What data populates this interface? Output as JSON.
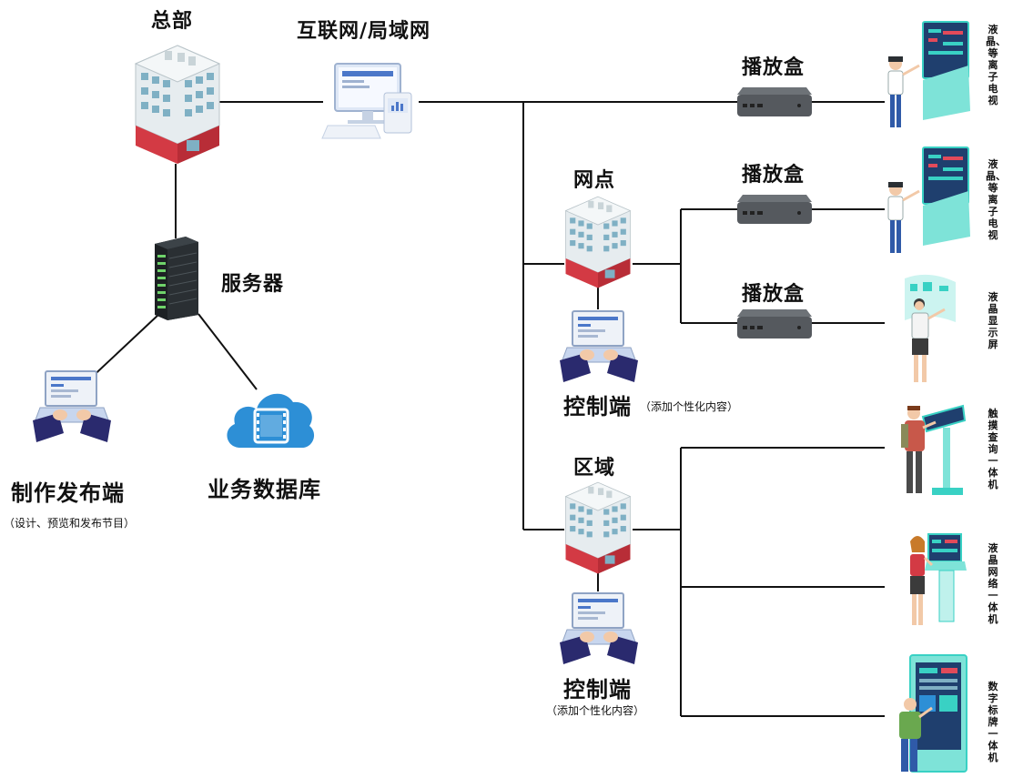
{
  "hq": {
    "label": "总部"
  },
  "network": {
    "label": "互联网/局域网"
  },
  "server": {
    "label": "服务器"
  },
  "publisher": {
    "label": "制作发布端",
    "note": "（设计、预览和发布节目）"
  },
  "database": {
    "label": "业务数据库"
  },
  "branch": {
    "label": "网点",
    "controller_label": "控制端",
    "controller_note": "（添加个性化内容）"
  },
  "region": {
    "label": "区域",
    "controller_label": "控制端",
    "controller_note": "（添加个性化内容）"
  },
  "player_boxes": [
    {
      "label": "播放盒"
    },
    {
      "label": "播放盒"
    },
    {
      "label": "播放盒"
    }
  ],
  "terminals": [
    {
      "label": "液晶、等离子电视"
    },
    {
      "label": "液晶、等离子电视"
    },
    {
      "label": "液晶显示屏"
    },
    {
      "label": "触摸查询一体机"
    },
    {
      "label": "液晶网络一体机"
    },
    {
      "label": "数字标牌一体机"
    }
  ],
  "colors": {
    "building_wall": "#e6ecef",
    "building_window": "#7fb0c4",
    "building_base": "#d33a44",
    "cloud": "#2d8fd6",
    "server": "#2a2f33",
    "player_box": "#55595e",
    "line": "#111111",
    "screen": "#1f8fb8",
    "teal": "#39d1c4"
  }
}
